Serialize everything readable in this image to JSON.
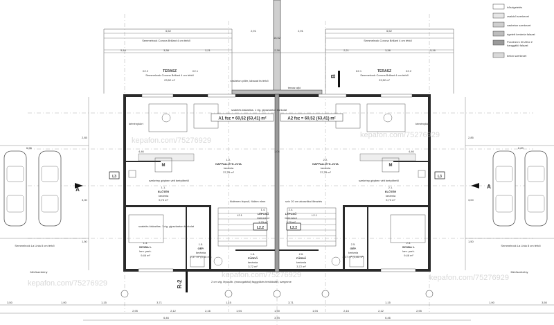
{
  "legend": {
    "items": [
      {
        "label": "hőszigetelés",
        "swatch": "#ffffff"
      },
      {
        "label": "zsalukő szerkezet",
        "swatch": "#e6e6e6"
      },
      {
        "label": "vasbeton szerkezet",
        "swatch": "#cfcfcf"
      },
      {
        "label": "égetett kerámia falazat",
        "swatch": "#bdbdbd"
      },
      {
        "label": "Porotherm 30 AKU Z hanggátló falazat",
        "swatch": "#9a9a9a"
      },
      {
        "label": "beton szerkezet",
        "swatch": "#d9d9d9"
      }
    ]
  },
  "units": {
    "A1": {
      "title": "A1 fsz = 60,52 (63,41) m²",
      "rooms": [
        {
          "code": "1.2.",
          "name": "NAPPALI-ÉTK.-KHA",
          "floor": "kerámia",
          "area": "37,28 m²"
        },
        {
          "code": "1.1.",
          "name": "ELŐTÉR",
          "floor": "kerámia",
          "area": "5,73 m²"
        },
        {
          "code": "1.4.",
          "name": "LÉPCSŐ",
          "floor": "fatörzsbol",
          "area": "1,79 m²"
        },
        {
          "code": "1.3.",
          "name": "SZOBA 1.",
          "floor": "lam. park.",
          "area": "9,46 m²"
        },
        {
          "code": "1.6.",
          "name": "FÜRDŐ",
          "floor": "kerámia",
          "area": "3,72 m²"
        },
        {
          "code": "1.5.",
          "name": "GÉP.",
          "floor": "kerámia",
          "area": "2,37 m² (5,46 m²)"
        }
      ],
      "terrace": {
        "name": "TERASZ",
        "desc": "Semmelrock Corona Brillant 4 cm térkő",
        "area": "23,52 m²"
      }
    },
    "A2": {
      "title": "A2 fsz = 60,52 (63,41) m²",
      "rooms": [
        {
          "code": "2.2.",
          "name": "NAPPALI-ÉTK.-KHA",
          "floor": "kerámia",
          "area": "37,28 m²"
        },
        {
          "code": "2.1.",
          "name": "ELŐTÉR",
          "floor": "kerámia",
          "area": "5,73 m²"
        },
        {
          "code": "2.4.",
          "name": "LÉPCSŐ",
          "floor": "fatörzsbol",
          "area": "1,79 m²"
        },
        {
          "code": "2.3.",
          "name": "SZOBA 1.",
          "floor": "lam. park.",
          "area": "9,46 m²"
        },
        {
          "code": "2.6.",
          "name": "FÜRDŐ",
          "floor": "kerámia",
          "area": "3,72 m²"
        },
        {
          "code": "2.5.",
          "name": "GÉP.",
          "floor": "kerámia",
          "area": "2,37 m² (5,46 m²)"
        }
      ],
      "terrace": {
        "name": "TERASZ",
        "desc": "Semmelrock Corona Brillant 4 cm térkő",
        "area": "23,52 m²"
      }
    }
  },
  "top_labels": {
    "left_paving": "Semmelrock Corona Brillant 4 cm térkő",
    "right_paving": "Semmelrock Corona Brillant 4 cm térkő",
    "fence_note": "vasbeton pillér, lábazat fa térkő",
    "fence_note2": "terasz ajtó"
  },
  "bottom_labels": {
    "left_paving": "Semmelrock La Linia 8 cm térkő",
    "right_paving": "Semmelrock La Linia 8 cm térkő",
    "meter_left": "Mérőszekrény",
    "meter_right": "Mérőszekrény",
    "gas_note": "2 cm vtg. lépcsőb. (mosogatótál) faggyökés térkődaltei, szegezve"
  },
  "markers": {
    "section_a_left": "A",
    "section_a_right": "A",
    "section_b": "B",
    "r2": "R-2",
    "l3_left": "L3",
    "l3_right": "L3",
    "l22_left": "L2.2",
    "l22_right": "L2.2",
    "l21_left": "L2.1",
    "l21_right": "L2.1",
    "m_left": "M",
    "m_right": "M",
    "k21_left": "K2.1",
    "k21_right": "K2.1",
    "k22_left": "K2.2",
    "k22_right": "K2.2"
  },
  "dimensions": {
    "top_total_left": "6,52",
    "top_total_right": "6,52",
    "top_center": "16,52",
    "top_mid_left": "2,91",
    "top_mid_right": "2,91",
    "top_row2": [
      "5,16",
      "3,38",
      "2,21",
      "2,38",
      "2,21",
      "3,38",
      "5,16"
    ],
    "inner_widths": [
      "4,46",
      "1,04",
      "4,46"
    ],
    "bottom_row1": [
      "3,50",
      "1,90",
      "1,15",
      "3,71",
      "1,15",
      "3,71",
      "1,15",
      "1,90",
      "3,50"
    ],
    "bottom_row2": [
      "2,95",
      "2,12",
      "2,16",
      "1,94",
      "1,90",
      "1,94",
      "2,16",
      "2,12",
      "2,95"
    ],
    "bottom_row3": [
      "6,46",
      "3,75",
      "6,46"
    ],
    "side_left": [
      "6,98",
      "2,85",
      "3,00",
      "1,50"
    ],
    "side_right": [
      "6,83",
      "2,85",
      "3,00",
      "1,50"
    ]
  },
  "notes": {
    "kitchen_left": "szekrény gépben vélt beépíthető",
    "kitchen_right": "szekrény gépben vélt beépíthető",
    "stair_left": "födémen lépcső, födém elem",
    "stair_right": "szív 20 cm akusztikai illesztés",
    "insul_left": "szalelés kiskarliss. 1 rtg. gipszkarton burkolat",
    "insul_right": "szalelés kiskarliss. 1 rtg. gipszkarton burkolat",
    "gas_center": "szív 20 cm akusztikai illesztés",
    "kemeny_left": "kéménykürt",
    "kemeny_right": "kéménykürt",
    "watermark": "kepafon.com/75276929"
  }
}
